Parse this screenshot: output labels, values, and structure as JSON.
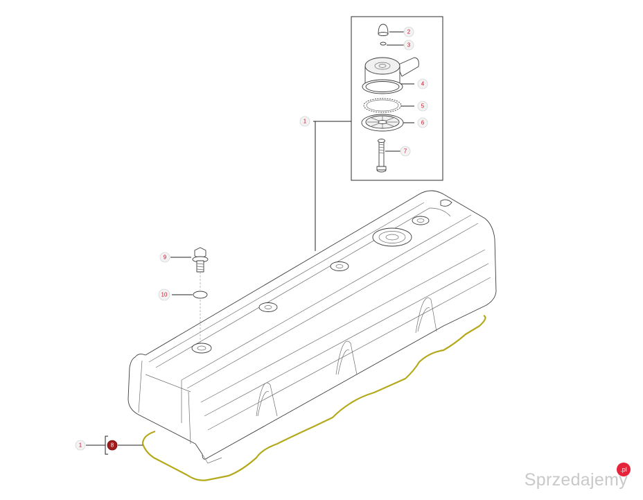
{
  "diagram": {
    "callouts": {
      "c1_top": "1",
      "c2": "2",
      "c3": "3",
      "c4": "4",
      "c5": "5",
      "c6": "6",
      "c7": "7",
      "c9": "9",
      "c10": "10",
      "c1_bottom": "1",
      "c8": "8"
    },
    "colors": {
      "callout_text": "#c8102e",
      "highlight": "#b3a91a",
      "badge": "#a31c1c"
    }
  },
  "watermark": {
    "text": "Sprzedajemy",
    "badge": ".pl"
  }
}
